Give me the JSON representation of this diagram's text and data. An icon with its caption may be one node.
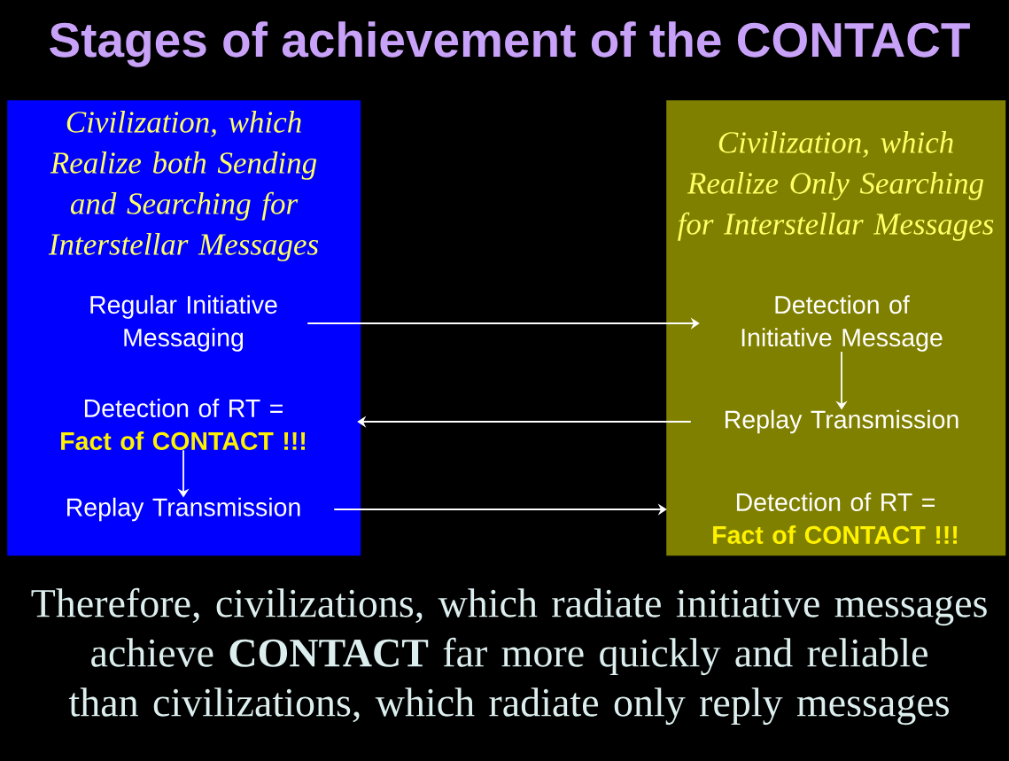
{
  "diagram": {
    "title": "Stages of achievement of the CONTACT",
    "nodes": [
      {
        "text": [
          "Civilization, which Realize both Sending and Searching for Interstellar Messages"
        ]
      },
      {
        "text": [
          "Civilization, which Realize Only Searching for Interstellar Messages"
        ]
      },
      {
        "text": [
          "Regular Initiative Messaging"
        ],
        "in": 0
      },
      {
        "text": [
          "Detection of RT = **Fact of CONTACT !!!**"
        ],
        "in": 0
      },
      {
        "text": [
          "Replay Transmission"
        ],
        "in": 0
      },
      {
        "text": [
          "Detection of Initiative Message"
        ],
        "in": 1
      },
      {
        "text": [
          "Replay Transmission"
        ],
        "in": 1
      },
      {
        "text": [
          "Detection of RT = **Fact of CONTACT !!!**"
        ],
        "in": 1
      }
    ],
    "edges": [
      {
        "from": 2,
        "to": 5,
        "arrow": "to"
      },
      {
        "from": 6,
        "to": 3,
        "arrow": "to"
      },
      {
        "from": 4,
        "to": 7,
        "arrow": "to"
      },
      {
        "from": 3,
        "to": 4,
        "arrow": "to"
      },
      {
        "from": 5,
        "to": 6,
        "arrow": "to"
      }
    ],
    "caption": "Therefore, civilizations, which radiate initiative messages achieve **CONTACT** far more quickly and reliable than civilizations, which radiate only reply messages"
  }
}
